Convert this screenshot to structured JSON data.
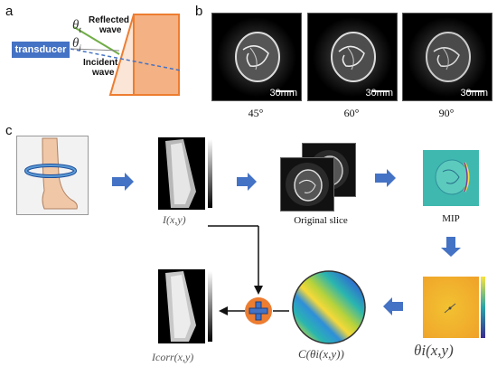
{
  "panel_a": {
    "label": "a",
    "transducer": "transducer",
    "theta_t": "θt",
    "theta_i": "θi",
    "reflected_wave": "Reflected wave",
    "reflected_line1": "Reflected",
    "reflected_line2": "wave",
    "incident_line1": "Incident",
    "incident_line2": "wave",
    "colors": {
      "transducer": "#4472c4",
      "tissue": "#f4b183",
      "outline": "#ed7d31",
      "reflected": "#70ad47",
      "incident": "#4472c4"
    }
  },
  "panel_b": {
    "label": "b",
    "images": [
      {
        "angle": "45°",
        "scale": "30mm"
      },
      {
        "angle": "60°",
        "scale": "30mm"
      },
      {
        "angle": "90°",
        "scale": "30mm"
      }
    ]
  },
  "panel_c": {
    "label": "c",
    "labels": {
      "I": "I(x,y)",
      "original_slice": "Original slice",
      "mip": "MIP",
      "theta": "θi(x,y)",
      "C": "C(θi(x,y))",
      "I_corr": "Icorr(x,y)"
    },
    "colors": {
      "arrow": "#4472c4",
      "plus_circle": "#ed7d31",
      "plus_sign": "#4472c4"
    }
  }
}
